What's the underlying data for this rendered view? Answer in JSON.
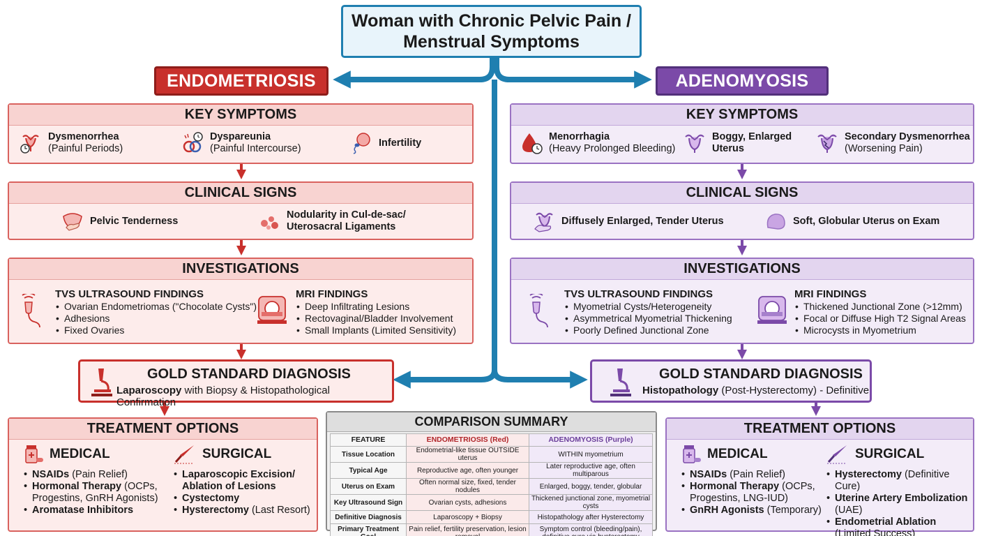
{
  "top": {
    "line1": "Woman with Chronic Pelvic Pain /",
    "line2": "Menstrual Symptoms"
  },
  "colors": {
    "endometriosis": "#c8302c",
    "adenomyosis": "#7b4aa8",
    "connector": "#1f7fb0"
  },
  "endometriosis": {
    "title": "ENDOMETRIOSIS",
    "symptoms": {
      "heading": "KEY SYMPTOMS",
      "items": [
        {
          "bold": "Dysmenorrhea",
          "sub": "(Painful Periods)",
          "icon": "uterus-clock-icon"
        },
        {
          "bold": "Dyspareunia",
          "sub": "(Painful Intercourse)",
          "icon": "rings-icon"
        },
        {
          "bold": "Infertility",
          "sub": "",
          "icon": "sperm-egg-icon"
        }
      ]
    },
    "signs": {
      "heading": "CLINICAL SIGNS",
      "items": [
        {
          "line1": "Pelvic Tenderness",
          "line2": "",
          "icon": "pelvis-hand-icon"
        },
        {
          "line1": "Nodularity in Cul-de-sac/",
          "line2": "Uterosacral Ligaments",
          "icon": "nodules-icon"
        }
      ]
    },
    "investigations": {
      "heading": "INVESTIGATIONS",
      "tvs": {
        "title": "TVS ULTRASOUND FINDINGS",
        "items": [
          "Ovarian Endometriomas (\"Chocolate Cysts\")",
          "Adhesions",
          "Fixed Ovaries"
        ]
      },
      "mri": {
        "title": "MRI FINDINGS",
        "items": [
          "Deep Infiltrating Lesions",
          "Rectovaginal/Bladder Involvement",
          "Small Implants (Limited Sensitivity)"
        ]
      }
    },
    "gold": {
      "title": "GOLD STANDARD DIAGNOSIS",
      "bold": "Laparoscopy",
      "rest": " with Biopsy & Histopathological Confirmation"
    },
    "treatment": {
      "heading": "TREATMENT OPTIONS",
      "medical": {
        "title": "MEDICAL",
        "items": [
          {
            "bold": "NSAIDs",
            "rest": " (Pain Relief)"
          },
          {
            "bold": "Hormonal Therapy",
            "rest": " (OCPs, Progestins, GnRH Agonists)"
          },
          {
            "bold": "Aromatase Inhibitors",
            "rest": ""
          }
        ]
      },
      "surgical": {
        "title": "SURGICAL",
        "items": [
          {
            "bold": "Laparoscopic Excision/ Ablation of Lesions",
            "rest": ""
          },
          {
            "bold": "Cystectomy",
            "rest": ""
          },
          {
            "bold": "Hysterectomy",
            "rest": " (Last Resort)"
          }
        ]
      }
    }
  },
  "adenomyosis": {
    "title": "ADENOMYOSIS",
    "symptoms": {
      "heading": "KEY SYMPTOMS",
      "items": [
        {
          "bold": "Menorrhagia",
          "sub": "(Heavy Prolonged Bleeding)",
          "icon": "blood-drop-clock-icon"
        },
        {
          "bold": "Boggy, Enlarged",
          "sub": "Uterus",
          "icon": "uterus-icon"
        },
        {
          "bold": "Secondary Dysmenorrhea",
          "sub": "(Worsening Pain)",
          "icon": "uterus-pain-icon"
        }
      ]
    },
    "signs": {
      "heading": "CLINICAL SIGNS",
      "items": [
        {
          "line1": "Diffusely Enlarged, Tender Uterus",
          "line2": "",
          "icon": "hand-uterus-icon"
        },
        {
          "line1": "Soft, Globular Uterus on Exam",
          "line2": "",
          "icon": "globular-uterus-icon"
        }
      ]
    },
    "investigations": {
      "heading": "INVESTIGATIONS",
      "tvs": {
        "title": "TVS ULTRASOUND FINDINGS",
        "items": [
          "Myometrial Cysts/Heterogeneity",
          "Asymmetrical Myometrial Thickening",
          "Poorly Defined Junctional Zone"
        ]
      },
      "mri": {
        "title": "MRI FINDINGS",
        "items": [
          "Thickened Junctional Zone (>12mm)",
          "Focal or Diffuse High T2 Signal Areas",
          "Microcysts in Myometrium"
        ]
      }
    },
    "gold": {
      "title": "GOLD STANDARD DIAGNOSIS",
      "bold": "Histopathology",
      "rest": " (Post-Hysterectomy) - Definitive"
    },
    "treatment": {
      "heading": "TREATMENT OPTIONS",
      "medical": {
        "title": "MEDICAL",
        "items": [
          {
            "bold": "NSAIDs",
            "rest": " (Pain Relief)"
          },
          {
            "bold": "Hormonal Therapy",
            "rest": " (OCPs, Progestins, LNG-IUD)"
          },
          {
            "bold": "GnRH Agonists",
            "rest": " (Temporary)"
          }
        ]
      },
      "surgical": {
        "title": "SURGICAL",
        "items": [
          {
            "bold": "Hysterectomy",
            "rest": " (Definitive Cure)"
          },
          {
            "bold": "Uterine Artery Embolization",
            "rest": " (UAE)"
          },
          {
            "bold": "Endometrial Ablation",
            "rest": " (Limited Success)"
          }
        ]
      }
    }
  },
  "comparison": {
    "title": "COMPARISON SUMMARY",
    "headers": [
      "FEATURE",
      "ENDOMETRIOSIS (Red)",
      "ADENOMYOSIS (Purple)"
    ],
    "rows": [
      [
        "Tissue Location",
        "Endometrial-like tissue OUTSIDE uterus",
        "WITHIN myometrium"
      ],
      [
        "Typical Age",
        "Reproductive age, often younger",
        "Later reproductive age, often multiparous"
      ],
      [
        "Uterus on Exam",
        "Often normal size, fixed, tender nodules",
        "Enlarged, boggy, tender, globular"
      ],
      [
        "Key Ultrasound Sign",
        "Ovarian cysts, adhesions",
        "Thickened junctional zone, myometrial cysts"
      ],
      [
        "Definitive Diagnosis",
        "Laparoscopy + Biopsy",
        "Histopathology after Hysterectomy"
      ],
      [
        "Primary Treatment Goal",
        "Pain relief, fertility preservation, lesion removal",
        "Symptom control (bleeding/pain), definitive cure via hysterectomy"
      ]
    ]
  }
}
